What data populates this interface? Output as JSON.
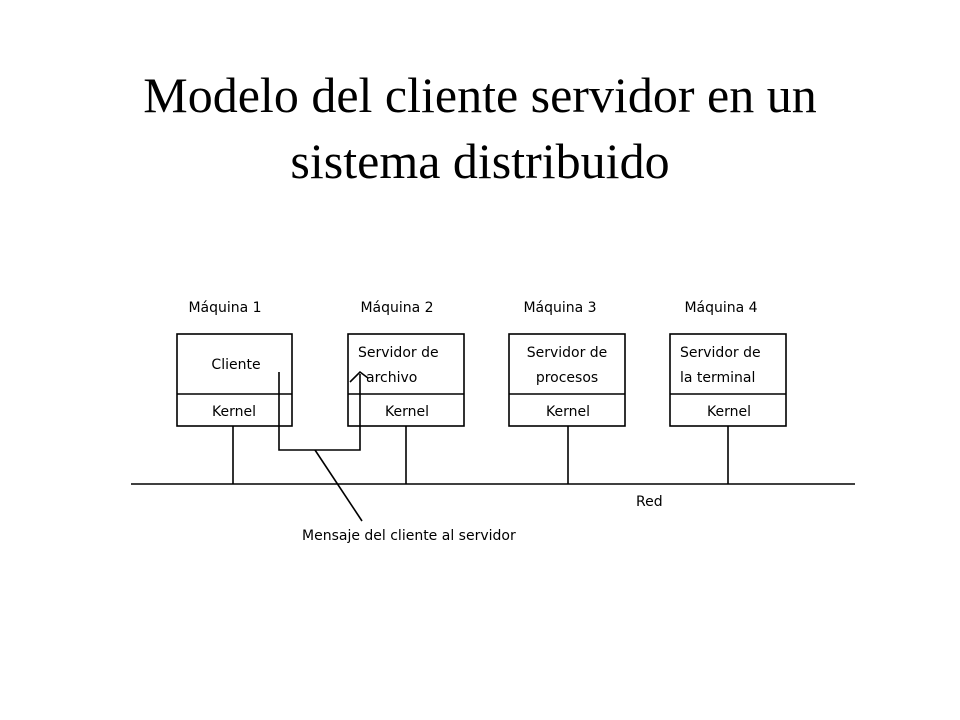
{
  "title": {
    "line1": "Modelo del cliente servidor en un",
    "line2": "sistema distribuido"
  },
  "machines": [
    {
      "label": "Máquina 1",
      "box_lines": [
        "Cliente"
      ],
      "kernel": "Kernel"
    },
    {
      "label": "Máquina 2",
      "box_lines": [
        "Servidor de",
        "archivo"
      ],
      "kernel": "Kernel"
    },
    {
      "label": "Máquina 3",
      "box_lines": [
        "Servidor de",
        "procesos"
      ],
      "kernel": "Kernel"
    },
    {
      "label": "Máquina 4",
      "box_lines": [
        "Servidor de",
        "la terminal"
      ],
      "kernel": "Kernel"
    }
  ],
  "network_label": "Red",
  "message_label": "Mensaje del cliente al servidor"
}
